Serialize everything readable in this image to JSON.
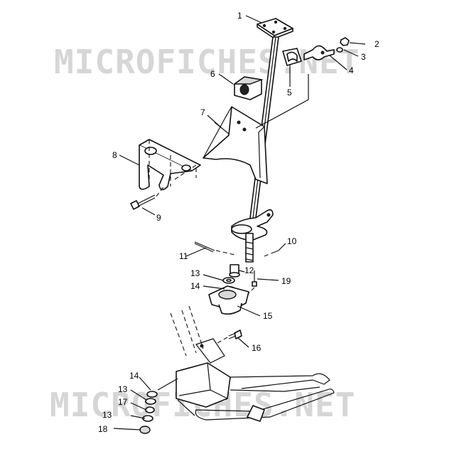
{
  "watermark": {
    "top_text": "MICROFICHES.NET",
    "bottom_text": "MICROFICHES.NET",
    "color": "#d6d6d6"
  },
  "callouts": [
    {
      "id": "c1",
      "text": "1"
    },
    {
      "id": "c2",
      "text": "2"
    },
    {
      "id": "c3",
      "text": "3"
    },
    {
      "id": "c4",
      "text": "4"
    },
    {
      "id": "c5",
      "text": "5"
    },
    {
      "id": "c6",
      "text": "6"
    },
    {
      "id": "c7",
      "text": "7"
    },
    {
      "id": "c8",
      "text": "8"
    },
    {
      "id": "c9",
      "text": "9"
    },
    {
      "id": "c10",
      "text": "10"
    },
    {
      "id": "c11",
      "text": "11"
    },
    {
      "id": "c12",
      "text": "12"
    },
    {
      "id": "c13a",
      "text": "13"
    },
    {
      "id": "c14a",
      "text": "14"
    },
    {
      "id": "c15",
      "text": "15"
    },
    {
      "id": "c16",
      "text": "16"
    },
    {
      "id": "c19",
      "text": "19"
    },
    {
      "id": "c14b",
      "text": "14"
    },
    {
      "id": "c13b",
      "text": "13"
    },
    {
      "id": "c17",
      "text": "17"
    },
    {
      "id": "c13c",
      "text": "13"
    },
    {
      "id": "c18",
      "text": "18"
    }
  ]
}
